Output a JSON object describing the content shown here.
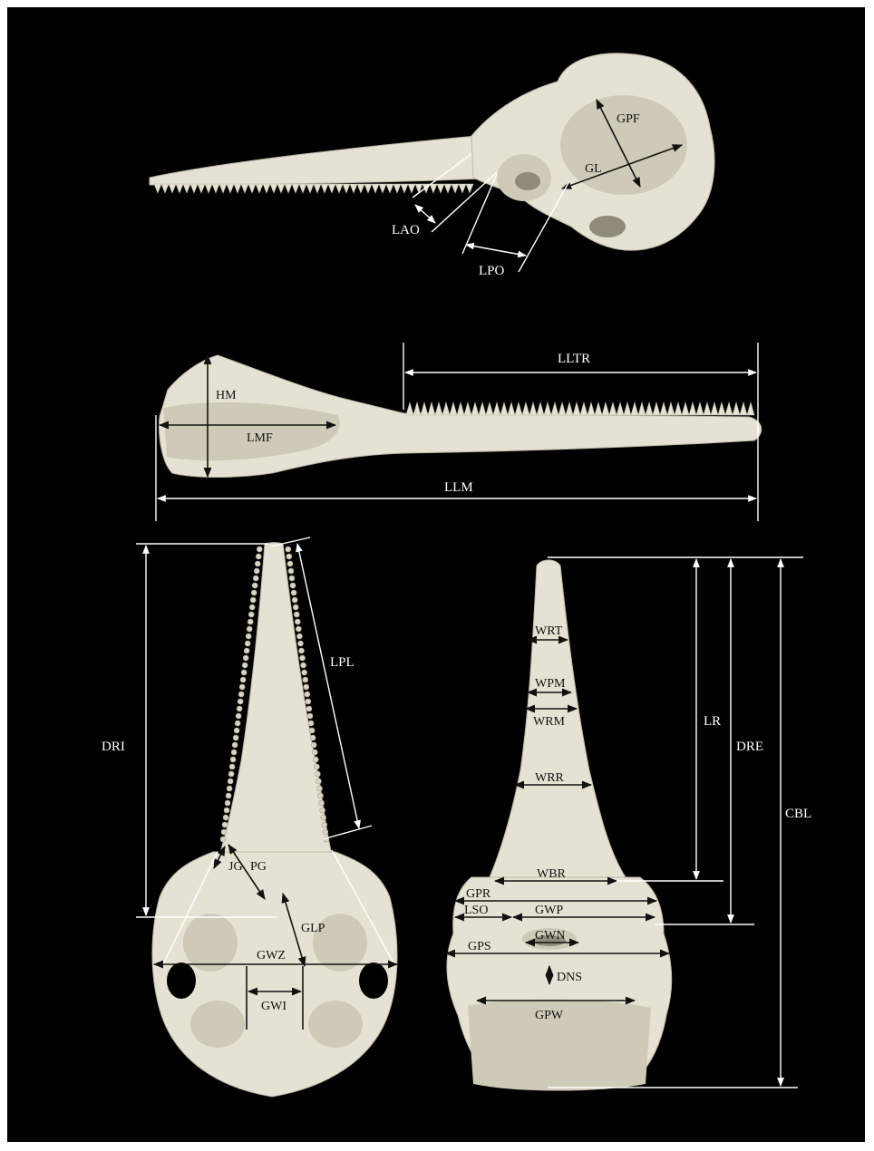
{
  "colors": {
    "background": "#000000",
    "bone": "#e6e2d3",
    "bone_shade": "#cfcab8",
    "white_line": "#ffffff",
    "dark_line": "#111111"
  },
  "lateral_skull": {
    "labels": {
      "gpf": "GPF",
      "gl": "GL",
      "lao": "LAO",
      "lpo": "LPO"
    }
  },
  "mandible": {
    "labels": {
      "lltr": "LLTR",
      "hm": "HM",
      "lmf": "LMF",
      "llm": "LLM"
    }
  },
  "ventral_skull": {
    "labels": {
      "lpl": "LPL",
      "dri": "DRI",
      "jg": "JG",
      "pg": "PG",
      "glp": "GLP",
      "gwz": "GWZ",
      "gwi": "GWI"
    }
  },
  "dorsal_skull": {
    "labels": {
      "wrt": "WRT",
      "wpm": "WPM",
      "wrm": "WRM",
      "wrr": "WRR",
      "wbr": "WBR",
      "gpr": "GPR",
      "lso": "LSO",
      "gwp": "GWP",
      "gwn": "GWN",
      "gps": "GPS",
      "dns": "DNS",
      "gpw": "GPW",
      "lr": "LR",
      "dre": "DRE",
      "cbl": "CBL"
    }
  }
}
